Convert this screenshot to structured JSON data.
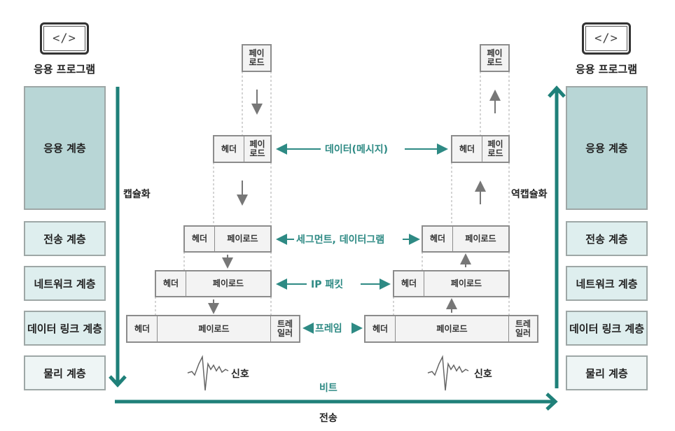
{
  "diagram": {
    "colors": {
      "accent": "#1f8079",
      "label_teal": "#2e8a84",
      "app_layer_fill": "#b8d6d6",
      "layer_fill": "#deeeee",
      "physical_fill": "#eef5f5",
      "packet_fill": "#f3f3f3"
    },
    "sender": {
      "app_icon": "code-window-icon",
      "app_icon_glyph": "</>",
      "app_label": "응용 프로그램",
      "process_label": "캡슐화",
      "layers": [
        "응용 계층",
        "전송 계층",
        "네트워크 계층",
        "데이터 링크 계층",
        "물리 계층"
      ]
    },
    "receiver": {
      "app_icon": "code-window-icon",
      "app_icon_glyph": "</>",
      "app_label": "응용 프로그램",
      "process_label": "역캡슐화",
      "layers": [
        "응용 계층",
        "전송 계층",
        "네트워크 계층",
        "데이터 링크 계층",
        "물리 계층"
      ]
    },
    "packet_parts": {
      "header": "헤더",
      "payload": "페이로드",
      "payload_split_1": "페이",
      "payload_split_2": "로드",
      "trailer_1": "트레",
      "trailer_2": "일러"
    },
    "pdu_labels": {
      "data": "데이터(메시지)",
      "segment": "세그먼트, 데이터그램",
      "packet": "IP 패킷",
      "frame": "프레임"
    },
    "signal_label": "신호",
    "bits_label": "비트",
    "transmission_label": "전송"
  }
}
